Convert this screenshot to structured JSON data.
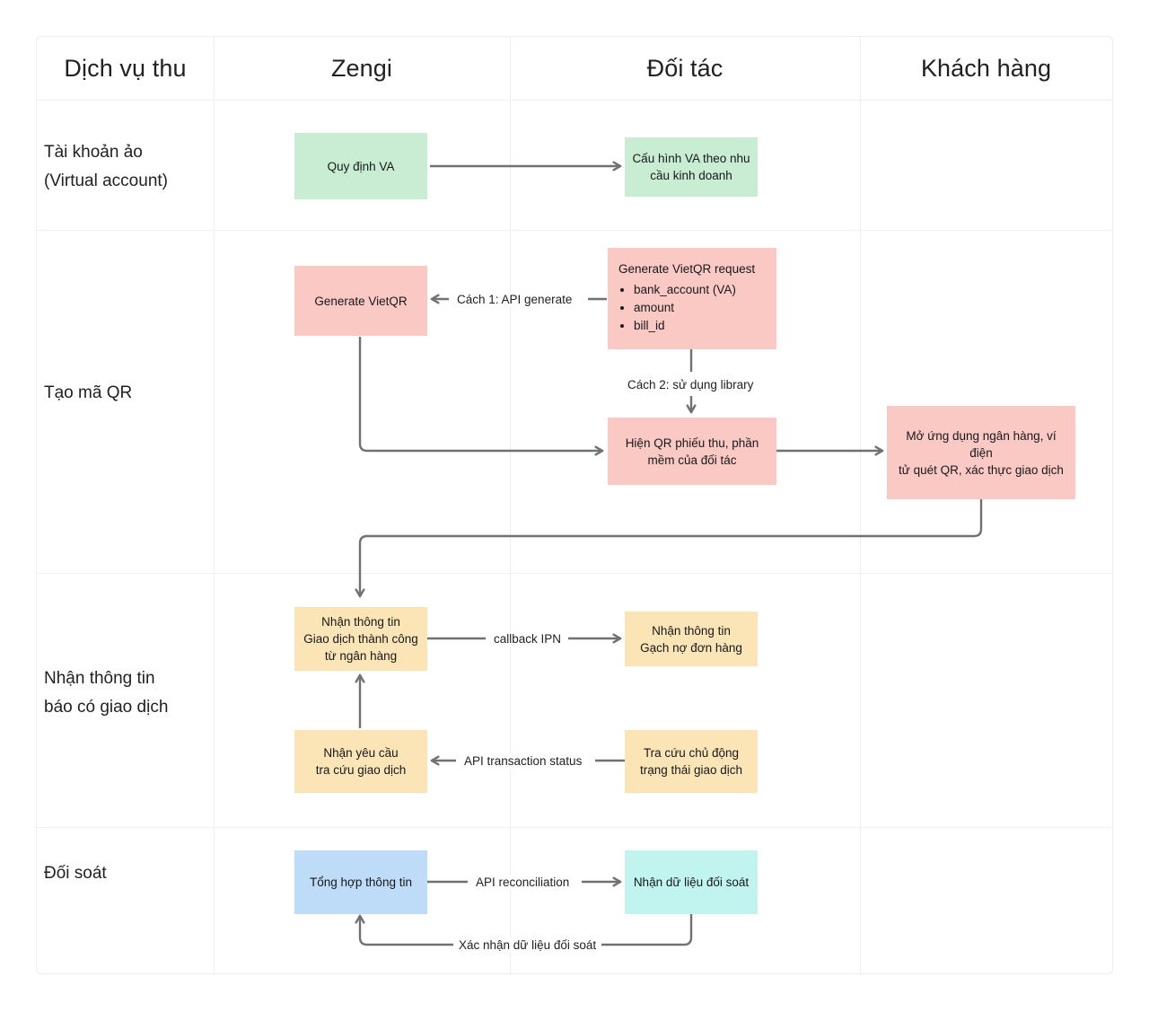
{
  "diagram": {
    "columns": [
      {
        "id": "service",
        "label": "Dịch vụ thu"
      },
      {
        "id": "zengi",
        "label": "Zengi"
      },
      {
        "id": "partner",
        "label": "Đối tác"
      },
      {
        "id": "customer",
        "label": "Khách hàng"
      }
    ],
    "rows": [
      {
        "id": "virtual-account",
        "label": "Tài khoản ảo\n(Virtual account)",
        "line1": "Tài khoản ảo",
        "line2": "(Virtual account)"
      },
      {
        "id": "create-qr",
        "label": "Tạo mã QR",
        "line1": "Tạo mã QR",
        "line2": ""
      },
      {
        "id": "transaction-notice",
        "label": "Nhận thông tin báo có giao dịch",
        "line1": "Nhận thông tin",
        "line2": "báo có giao dịch"
      },
      {
        "id": "reconciliation",
        "label": "Đối soát",
        "line1": "Đối soát",
        "line2": ""
      }
    ],
    "nodes": {
      "quy_dinh_va": "Quy định VA",
      "cau_hinh_va_l1": "Cấu hình VA theo nhu",
      "cau_hinh_va_l2": "cầu kinh doanh",
      "generate_vietqr": "Generate VietQR",
      "request_title": "Generate VietQR request",
      "request_items": [
        "bank_account (VA)",
        "amount",
        "bill_id"
      ],
      "hien_qr_l1": "Hiện QR phiếu thu, phần",
      "hien_qr_l2": "mềm của đối tác",
      "mo_ung_dung_l1": "Mở ứng dụng ngân hàng, ví điện",
      "mo_ung_dung_l2": "tử quét QR, xác thực giao dịch",
      "nhan_tt_gd_l1": "Nhận thông tin",
      "nhan_tt_gd_l2": "Giao dịch thành công",
      "nhan_tt_gd_l3": "từ ngân hàng",
      "gach_no_l1": "Nhận thông tin",
      "gach_no_l2": "Gạch nợ đơn hàng",
      "nhan_yeu_cau_l1": "Nhận yêu cầu",
      "nhan_yeu_cau_l2": "tra cứu giao dịch",
      "tra_cuu_l1": "Tra cứu chủ động",
      "tra_cuu_l2": "trạng thái giao dịch",
      "tong_hop": "Tổng hợp thông tin",
      "nhan_du_lieu": "Nhận dữ liệu đối soát"
    },
    "edge_labels": {
      "cach1": "Cách 1: API generate",
      "cach2": "Cách 2: sử dụng library",
      "callback_ipn": "callback IPN",
      "api_transaction_status": "API transaction status",
      "api_reconciliation": "API reconciliation",
      "xac_nhan": "Xác nhận dữ liệu đối soát"
    },
    "colors": {
      "green": "#c9edd2",
      "pink": "#fac9c4",
      "yellow": "#fbe5b6",
      "blue": "#bedcf7",
      "cyan": "#c2f4ef",
      "connector": "#6f7173",
      "grid": "#eceded",
      "text": "#202124"
    }
  }
}
